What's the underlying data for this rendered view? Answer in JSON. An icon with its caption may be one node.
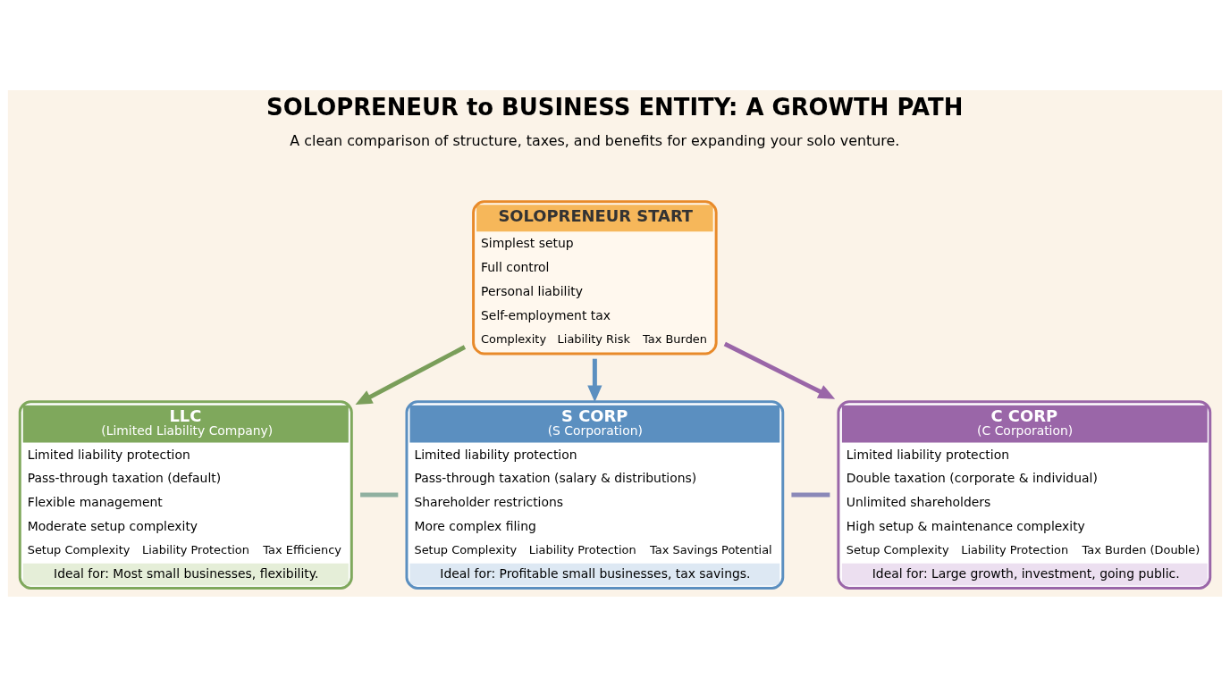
{
  "diagram": {
    "title": "SOLOPRENEUR to BUSINESS ENTITY: A GROWTH PATH",
    "nodes": [
      {
        "text": [
          "SOLOPRENEUR START",
          "Simplest setup",
          "Full control",
          "Personal liability",
          "Self-employment tax",
          "Complexity",
          "Liability Risk",
          "Tax Burden"
        ]
      },
      {
        "text": [
          "LLC",
          "(Limited Liability Company)",
          "Limited liability protection",
          "Pass-through taxation (default)",
          "Flexible management",
          "Moderate setup complexity",
          "Setup Complexity",
          "Liability Protection",
          "Tax Efficiency",
          "Ideal for: Most small businesses, flexibility."
        ]
      },
      {
        "text": [
          "S CORP",
          "(S Corporation)",
          "Limited liability protection",
          "Pass-through taxation (salary & distributions)",
          "Shareholder restrictions",
          "More complex filing",
          "Setup Complexity",
          "Liability Protection",
          "Tax Savings Potential",
          "Ideal for: Profitable small businesses, tax savings."
        ]
      },
      {
        "text": [
          "C CORP",
          "(C Corporation)",
          "Limited liability protection",
          "Double taxation (corporate & individual)",
          "Unlimited shareholders",
          "High setup & maintenance complexity",
          "Setup Complexity",
          "Liability Protection",
          "Tax Burden (Double)",
          "Ideal for: Large growth, investment, going public."
        ]
      }
    ],
    "edges": [
      {
        "from": 0,
        "to": 1,
        "arrow": "to",
        "color": "#7a9e5a"
      },
      {
        "from": 0,
        "to": 2,
        "arrow": "to",
        "color": "#5b8fc0"
      },
      {
        "from": 0,
        "to": 3,
        "arrow": "to",
        "color": "#9a66a8"
      },
      {
        "from": 1,
        "to": 2,
        "arrow": "none",
        "color": "#8fb0a0"
      },
      {
        "from": 2,
        "to": 3,
        "arrow": "none",
        "color": "#8a88b8"
      }
    ],
    "labels": [
      "A clean comparison of structure, taxes, and benefits for expanding your solo venture."
    ]
  }
}
